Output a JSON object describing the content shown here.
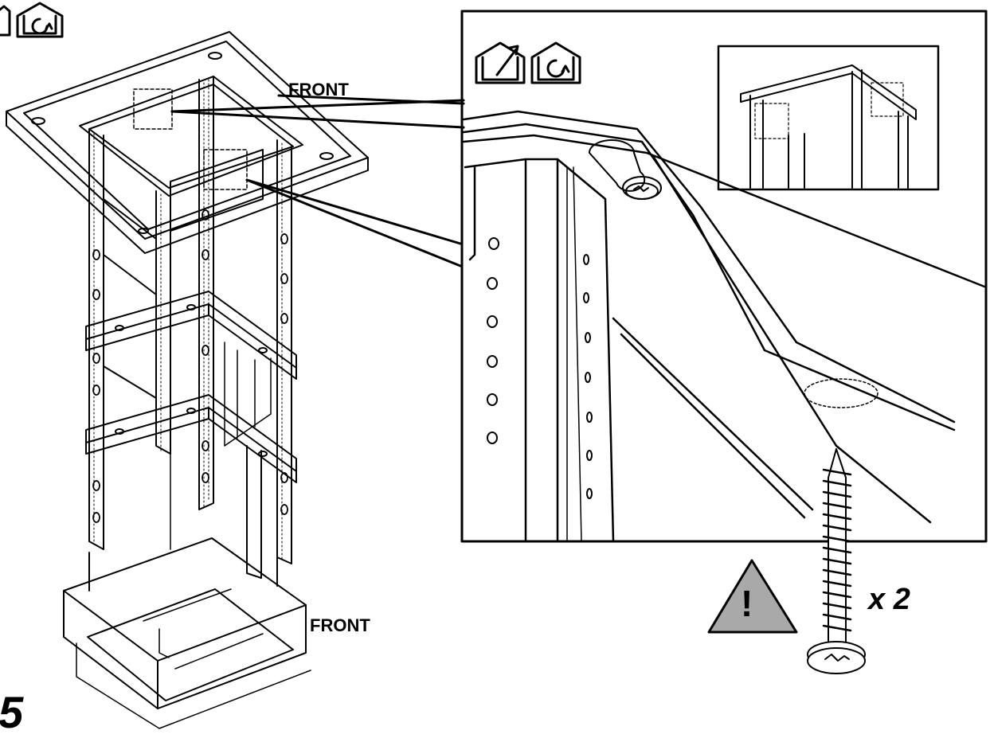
{
  "labels": {
    "front_top": "FRONT",
    "front_bottom": "FRONT",
    "quantity": "x 2",
    "step_number": "5",
    "warning_mark": "!"
  },
  "icons": {
    "top_left": [
      "house-tool-icon",
      "house-recirculation-icon"
    ],
    "zoom_panel": [
      "house-exhaust-icon",
      "house-recirculation-icon"
    ],
    "warning": "warning-triangle-icon",
    "fastener": "screw-icon"
  },
  "colors": {
    "line": "#000000",
    "warning_fill": "#a9a9a9",
    "background": "#ffffff"
  }
}
